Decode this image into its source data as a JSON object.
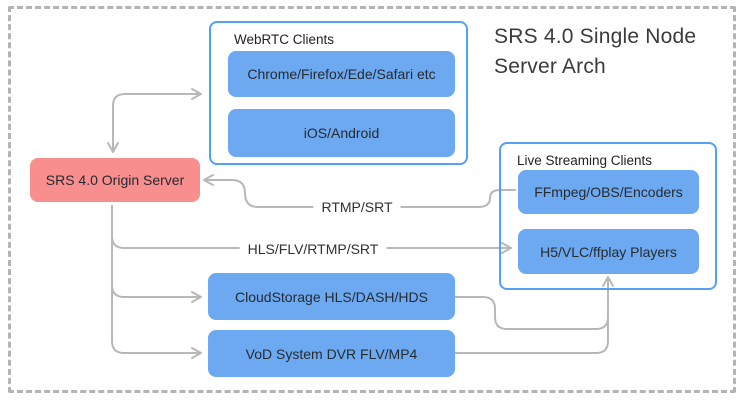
{
  "title": "SRS 4.0 Single Node Server Arch",
  "groups": {
    "webrtc": {
      "label": "WebRTC Clients",
      "nodes": [
        "Chrome/Firefox/Ede/Safari etc",
        "iOS/Android"
      ]
    },
    "live": {
      "label": "Live Streaming Clients",
      "nodes": [
        "FFmpeg/OBS/Encoders",
        "H5/VLC/ffplay Players"
      ]
    }
  },
  "nodes": {
    "origin": "SRS 4.0 Origin Server",
    "cloud": "CloudStorage HLS/DASH/HDS",
    "vod": "VoD System DVR FLV/MP4"
  },
  "edge_labels": {
    "rtmp": "RTMP/SRT",
    "hls": "HLS/FLV/RTMP/SRT"
  },
  "colors": {
    "node_blue": "#6ca9f1",
    "node_red": "#f88e8e",
    "container_border": "#55a0f4",
    "connector_gray": "#b8b8b8",
    "frame_dash_gray": "#b4b4b4",
    "title_text": "#3b3b3b",
    "node_text": "#262b31"
  }
}
